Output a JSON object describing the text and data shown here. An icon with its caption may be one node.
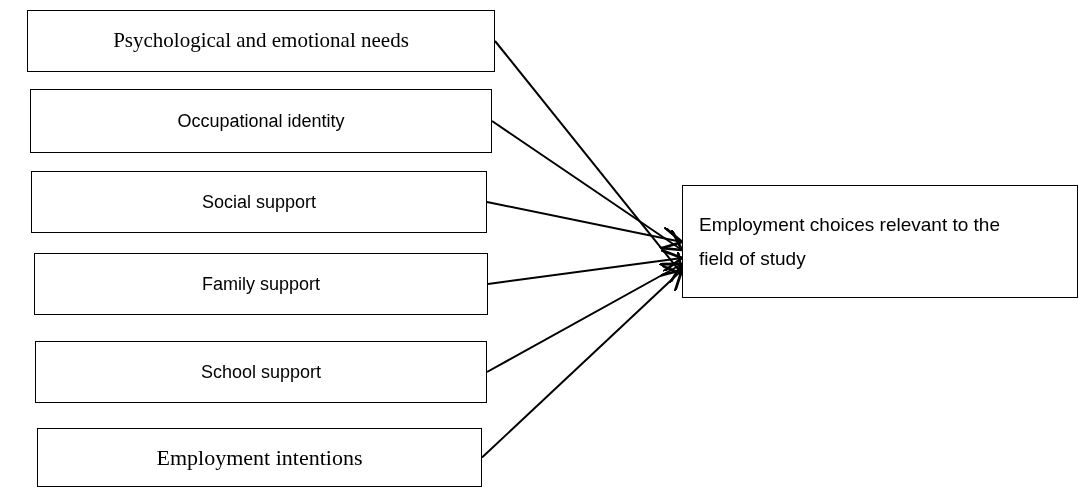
{
  "diagram": {
    "nodes": [
      {
        "text": [
          "Psychological and emotional needs"
        ]
      },
      {
        "text": [
          "Occupational identity"
        ]
      },
      {
        "text": [
          "Social support"
        ]
      },
      {
        "text": [
          "Family support"
        ]
      },
      {
        "text": [
          "School support"
        ]
      },
      {
        "text": [
          "Employment intentions"
        ]
      },
      {
        "text": [
          "Employment choices relevant to the field of study"
        ]
      }
    ],
    "edges": [
      {
        "from": 0,
        "to": 6,
        "arrow": "to"
      },
      {
        "from": 1,
        "to": 6,
        "arrow": "to"
      },
      {
        "from": 2,
        "to": 6,
        "arrow": "to"
      },
      {
        "from": 3,
        "to": 6,
        "arrow": "to"
      },
      {
        "from": 4,
        "to": 6,
        "arrow": "to"
      },
      {
        "from": 5,
        "to": 6,
        "arrow": "to"
      }
    ]
  }
}
